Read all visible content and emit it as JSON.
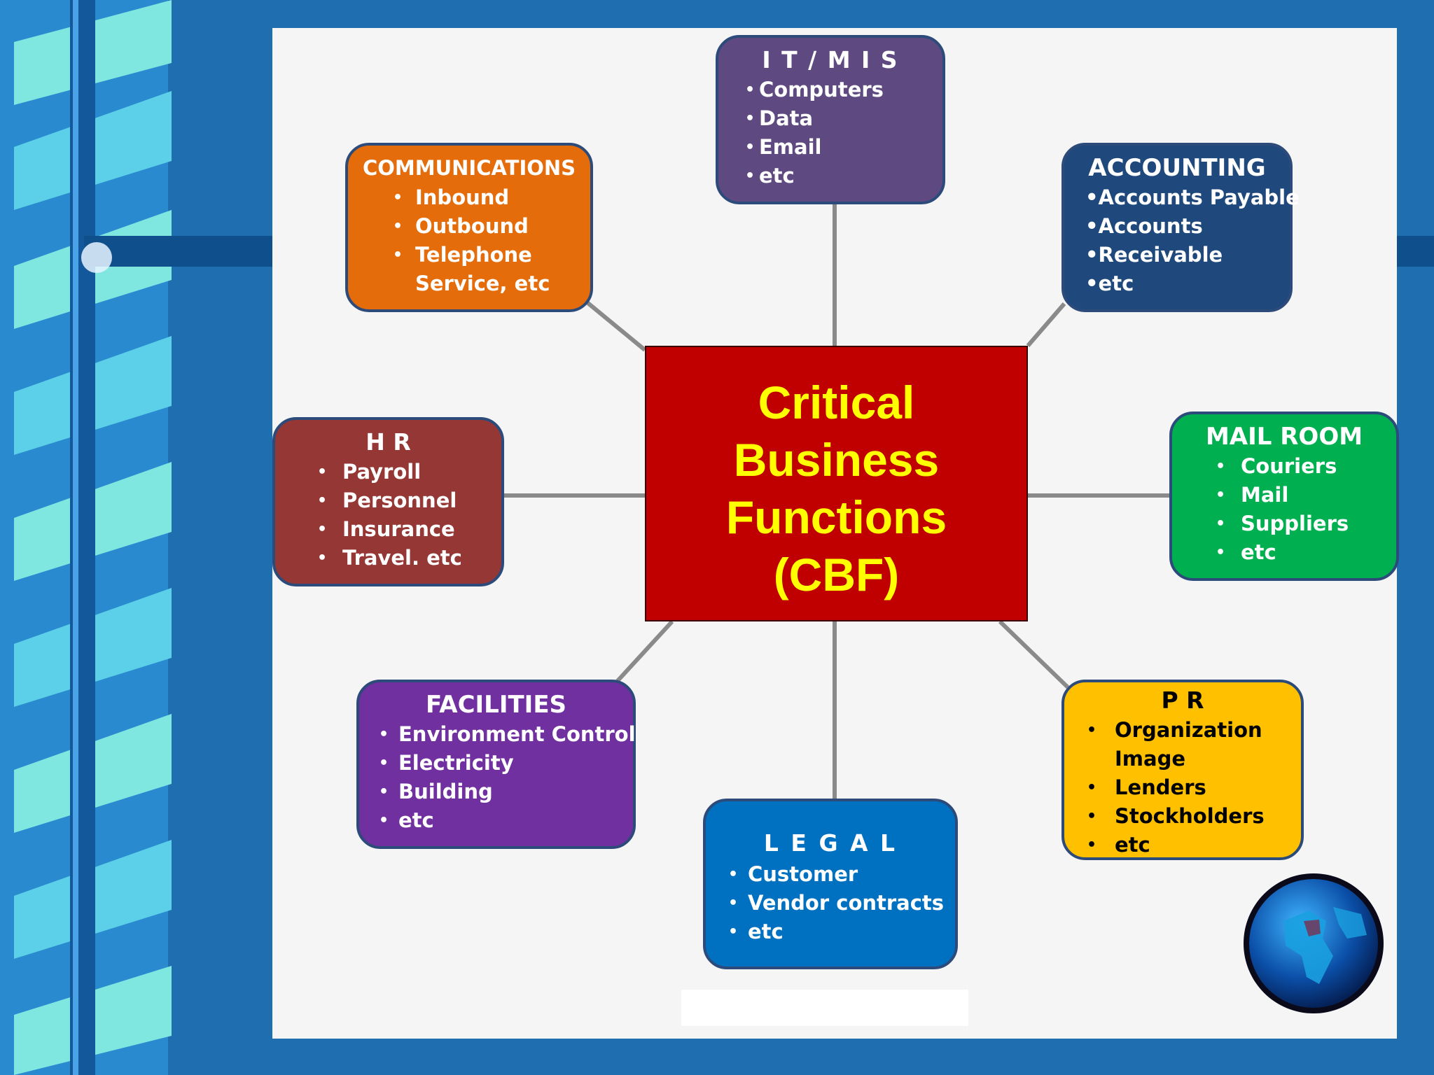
{
  "center": {
    "lines": [
      "Critical",
      "Business",
      "Functions",
      "(CBF)"
    ],
    "background": "#c00000",
    "text_color": "#ffff00"
  },
  "boxes": [
    {
      "id": "it-mis",
      "title": "I T / M I S",
      "color": "#5e4a80",
      "items": [
        "Computers",
        "Data",
        "Email",
        "etc"
      ]
    },
    {
      "id": "communications",
      "title": "COMMUNICATIONS",
      "color": "#e46c0a",
      "items": [
        "Inbound",
        "Outbound",
        "Telephone",
        "Service, etc"
      ]
    },
    {
      "id": "accounting",
      "title": "ACCOUNTING",
      "color": "#1f497d",
      "items": [
        "•Accounts Payable",
        "•Accounts",
        "•Receivable",
        "•etc"
      ]
    },
    {
      "id": "hr",
      "title": "H R",
      "color": "#953735",
      "items": [
        "Payroll",
        "Personnel",
        "Insurance",
        "Travel. etc"
      ]
    },
    {
      "id": "mail-room",
      "title": "MAIL ROOM",
      "color": "#00b050",
      "items": [
        "Couriers",
        "Mail",
        "Suppliers",
        "etc"
      ]
    },
    {
      "id": "facilities",
      "title": "FACILITIES",
      "color": "#7030a0",
      "items": [
        "Environment Control",
        "Electricity",
        "Building",
        "etc"
      ]
    },
    {
      "id": "legal",
      "title": "L E G A L",
      "color": "#0070c0",
      "items": [
        "Customer",
        "Vendor contracts",
        "etc"
      ]
    },
    {
      "id": "pr",
      "title": "P R",
      "color": "#ffc000",
      "items": [
        "Organization",
        "Image",
        "Lenders",
        "Stockholders",
        "etc"
      ]
    }
  ],
  "globe_icon": "globe-icon"
}
